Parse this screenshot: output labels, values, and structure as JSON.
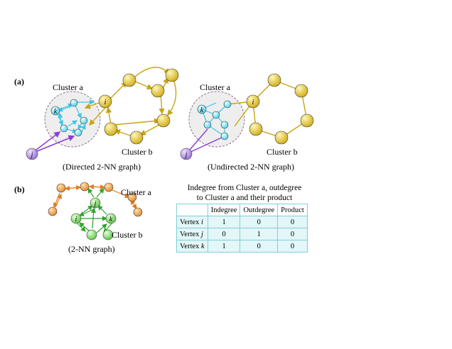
{
  "panel_a": {
    "label": "(a)",
    "directed": {
      "caption": "(Directed 2-NN graph)",
      "cluster_a": "Cluster a",
      "cluster_b": "Cluster b",
      "vertex_i": "i",
      "vertex_j": "j",
      "vertex_k": "k"
    },
    "undirected": {
      "caption": "(Undirected 2-NN graph)",
      "cluster_a": "Cluster a",
      "cluster_b": "Cluster b",
      "vertex_i": "i",
      "vertex_j": "j",
      "vertex_k": "k"
    }
  },
  "panel_b": {
    "label": "(b)",
    "caption": "(2-NN graph)",
    "cluster_a": "Cluster a",
    "cluster_b": "Cluster b",
    "vertex_i": "i",
    "vertex_j": "j",
    "vertex_k": "k"
  },
  "table": {
    "caption_line1": "Indegree from Cluster a, outdegree",
    "caption_line2": "to Cluster a and their product",
    "headers": [
      "",
      "Indegree",
      "Outdegree",
      "Product"
    ],
    "rows": [
      {
        "prefix": "Vertex ",
        "var": "i",
        "indegree": "1",
        "outdegree": "0",
        "product": "0"
      },
      {
        "prefix": "Vertex ",
        "var": "j",
        "indegree": "0",
        "outdegree": "1",
        "product": "0"
      },
      {
        "prefix": "Vertex ",
        "var": "k",
        "indegree": "1",
        "outdegree": "0",
        "product": "0"
      }
    ]
  },
  "colors": {
    "yellow_node": "#e8c62a",
    "yellow_edge": "#c9a312",
    "cyan_node": "#8ee6f3",
    "cyan_edge": "#3fc6e6",
    "purple_node": "#b89ae8",
    "purple_edge": "#8a3fd6",
    "orange_node": "#f0a14a",
    "orange_edge": "#e07d1e",
    "green_node": "#8fe07a",
    "green_edge": "#2fa42f",
    "cluster_fill": "#eeeeee",
    "cluster_stroke": "#8a6e8a"
  }
}
